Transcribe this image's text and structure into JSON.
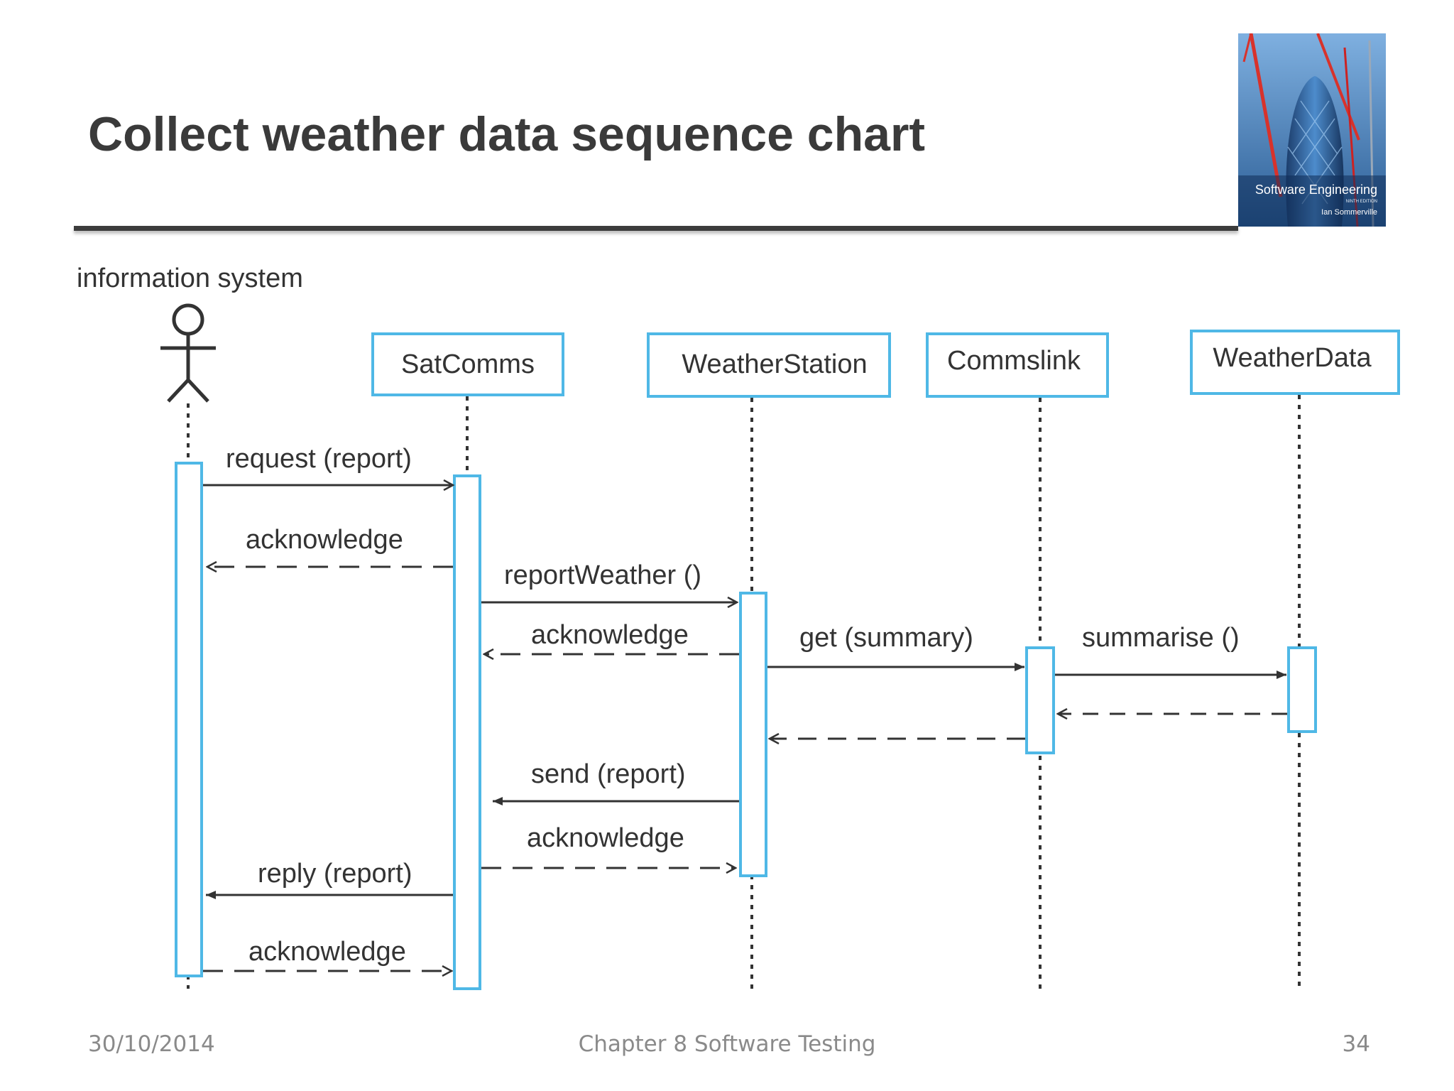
{
  "slide": {
    "title": "Collect weather data sequence chart"
  },
  "book_cover": {
    "title": "Software Engineering",
    "edition": "NINTH EDITION",
    "author": "Ian Sommerville"
  },
  "diagram": {
    "actor": {
      "label": "information system"
    },
    "objects": [
      {
        "id": "satcomms",
        "label": "SatComms"
      },
      {
        "id": "weatherstation",
        "label": "WeatherStation"
      },
      {
        "id": "commslink",
        "label": "Commslink"
      },
      {
        "id": "weatherdata",
        "label": "WeatherData"
      }
    ],
    "messages": [
      {
        "id": "m1",
        "label": "request (report)",
        "from": "actor",
        "to": "satcomms",
        "style": "sync"
      },
      {
        "id": "m2",
        "label": "acknowledge",
        "from": "satcomms",
        "to": "actor",
        "style": "reply"
      },
      {
        "id": "m3",
        "label": "reportWeather ()",
        "from": "satcomms",
        "to": "weatherstation",
        "style": "sync"
      },
      {
        "id": "m4",
        "label": "acknowledge",
        "from": "weatherstation",
        "to": "satcomms",
        "style": "reply"
      },
      {
        "id": "m5",
        "label": "get (summary)",
        "from": "weatherstation",
        "to": "commslink",
        "style": "sync"
      },
      {
        "id": "m6",
        "label": "summarise ()",
        "from": "commslink",
        "to": "weatherdata",
        "style": "sync"
      },
      {
        "id": "m7",
        "label": "",
        "from": "weatherdata",
        "to": "commslink",
        "style": "reply"
      },
      {
        "id": "m8",
        "label": "",
        "from": "commslink",
        "to": "weatherstation",
        "style": "reply"
      },
      {
        "id": "m9",
        "label": "send (report)",
        "from": "weatherstation",
        "to": "satcomms",
        "style": "sync"
      },
      {
        "id": "m10",
        "label": "acknowledge",
        "from": "satcomms",
        "to": "weatherstation",
        "style": "reply"
      },
      {
        "id": "m11",
        "label": "reply (report)",
        "from": "satcomms",
        "to": "actor",
        "style": "sync"
      },
      {
        "id": "m12",
        "label": "acknowledge",
        "from": "actor",
        "to": "satcomms",
        "style": "reply"
      }
    ],
    "colors": {
      "box_border": "#4fb8e6",
      "line": "#333333",
      "text": "#333333"
    }
  },
  "footer": {
    "date": "30/10/2014",
    "chapter": "Chapter 8 Software Testing",
    "page": "34"
  }
}
